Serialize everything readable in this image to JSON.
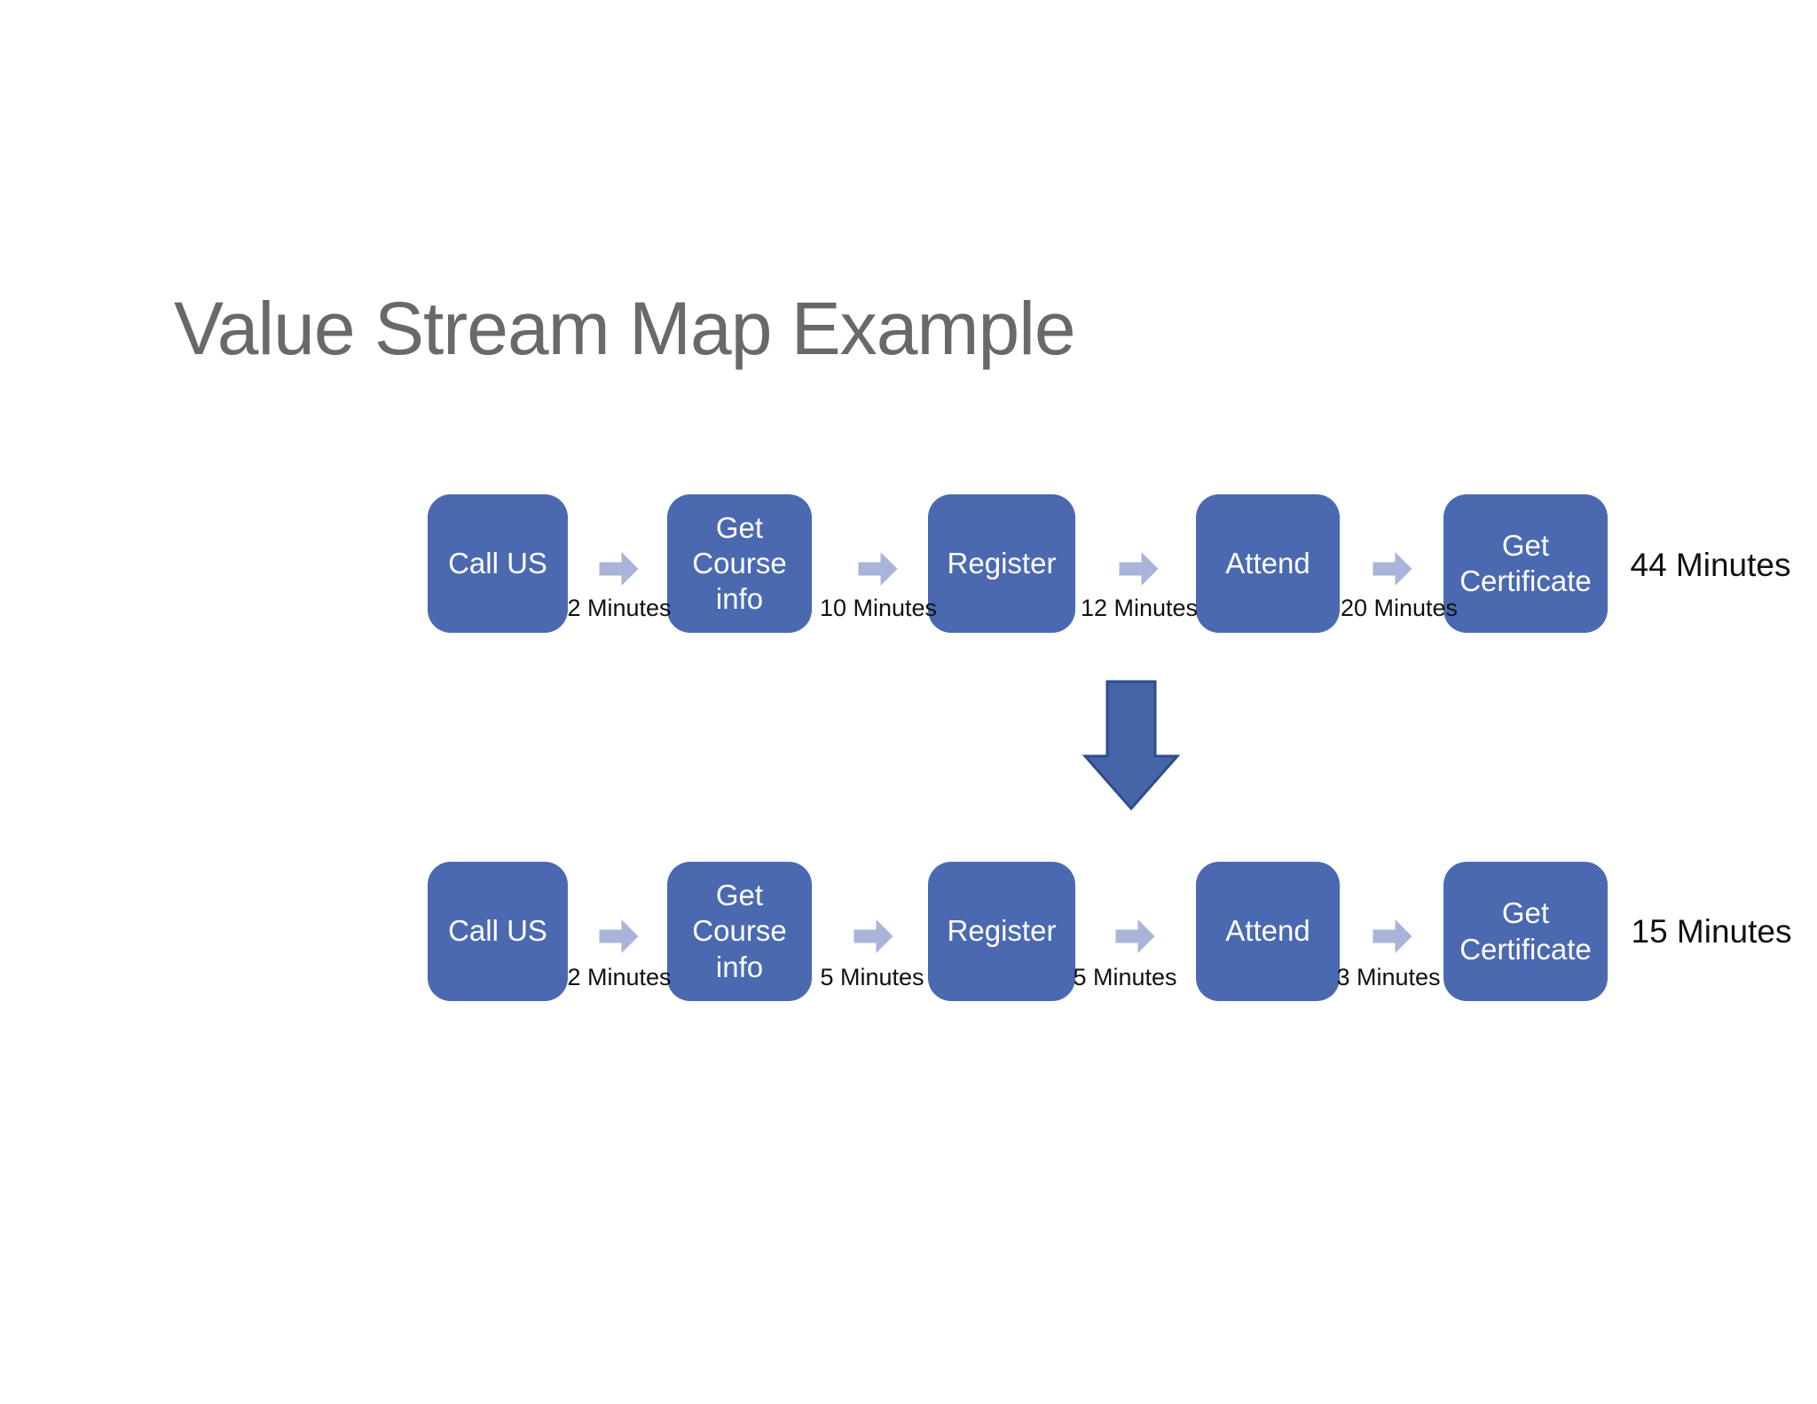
{
  "title": "Value Stream Map Example",
  "colors": {
    "box_fill": "#4A69B0",
    "box_text": "#FFFFFF",
    "connector_arrow": "#A9B4D8",
    "transition_arrow_fill": "#4565A8",
    "transition_arrow_border": "#2E4D8B",
    "title_text": "#696969",
    "label_text": "#111111",
    "background": "#FFFFFF"
  },
  "icons": {
    "connector": "right-block-arrow-icon",
    "transition": "down-block-arrow-icon"
  },
  "rows": [
    {
      "steps": [
        "Call US",
        "Get Course info",
        "Register",
        "Attend",
        "Get Certificate"
      ],
      "durations": [
        "2 Minutes",
        "10 Minutes",
        "12 Minutes",
        "20 Minutes"
      ],
      "total": "44 Minutes"
    },
    {
      "steps": [
        "Call US",
        "Get Course info",
        "Register",
        "Attend",
        "Get Certificate"
      ],
      "durations": [
        "2 Minutes",
        "5 Minutes",
        "5 Minutes",
        "3 Minutes"
      ],
      "total": "15 Minutes"
    }
  ]
}
